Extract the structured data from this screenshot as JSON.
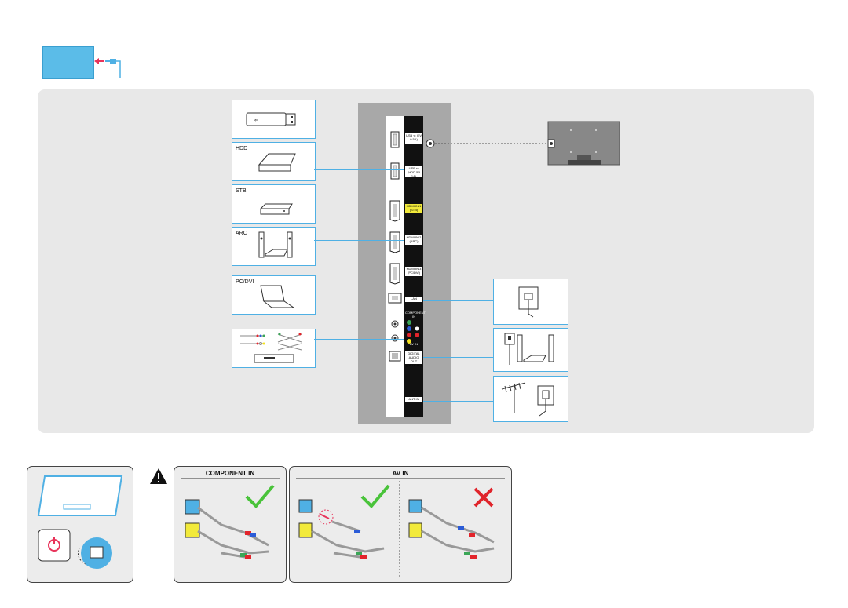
{
  "devices": {
    "hdd_label": "HDD",
    "stb_label": "STB",
    "arc_label": "ARC",
    "pc_label": "PC/DVI"
  },
  "ports": {
    "usb1": "USB ⇐ (5V 0.5A)",
    "usb2": "USB ⇐ (HDD 5V 1A)",
    "hdmi1": "HDMI IN 1 (STB)",
    "hdmi2": "HDMI IN 2 (ARC)",
    "hdmi3": "HDMI IN 3 (PC/DVI)",
    "lan": "LAN",
    "component": "COMPONENT IN",
    "av": "AV IN",
    "optical": "DIGITAL AUDIO OUT (OPTICAL)",
    "ant": "ANT IN"
  },
  "bottom": {
    "component_title": "COMPONENT IN",
    "av_title": "AV IN"
  },
  "colors": {
    "accent_blue": "#4fb0e4",
    "highlight_yellow": "#f2ea3b",
    "check_green": "#49c33a",
    "cross_red": "#e0242b",
    "power_red": "#e8335a"
  }
}
